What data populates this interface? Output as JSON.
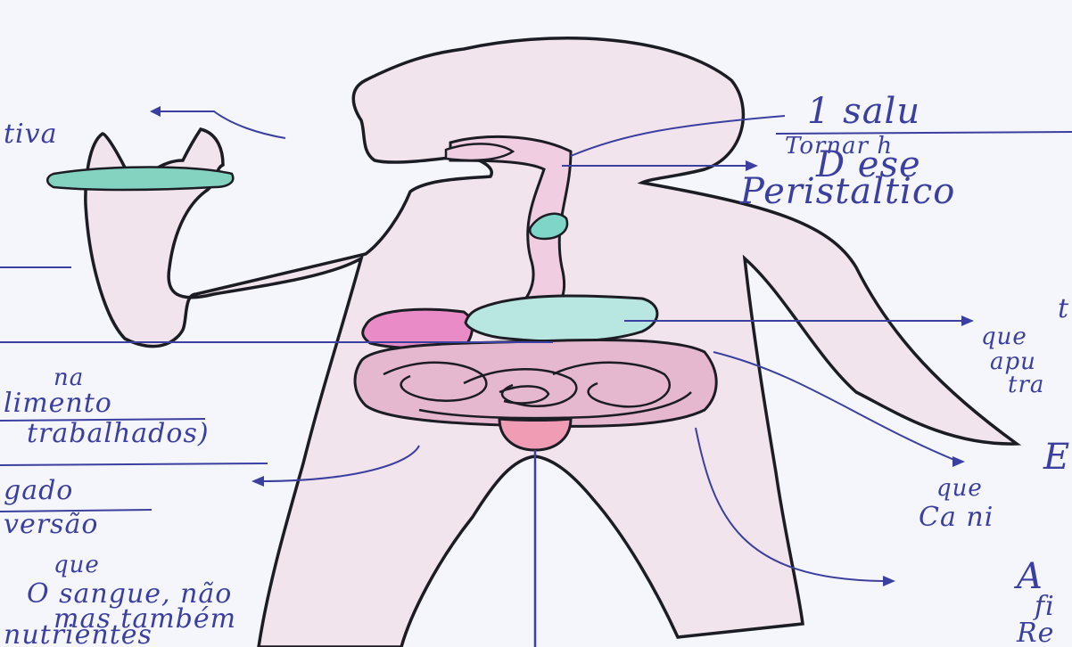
{
  "colors": {
    "paper": "#f4f6fb",
    "body_fill": "#f2e4ec",
    "outline": "#1c1c24",
    "ink": "#3b3fa0",
    "tract_fill": "#f0cde0",
    "liver": "#e98bc6",
    "stomach": "#b8e6e0",
    "intestine": "#e6b8d0",
    "rectum": "#ef9cb4",
    "salivary": "#7fd6c8",
    "wrist_band": "#84d2c0"
  },
  "annotations": {
    "top_right_1": "1 salu",
    "top_right_2": "Tornar h",
    "mid_right_1": "D ese",
    "mid_right_2": "Peristaltico",
    "right_t": "t",
    "right_q1": "que",
    "right_q2": "apu",
    "right_q3": "tra",
    "right_e": "E",
    "right_que": "que",
    "right_ca": "Ca ni",
    "right_bottom_1": "A",
    "right_bottom_2": "fi",
    "right_bottom_3": "Re",
    "left_top": "tiva",
    "left_na": "na",
    "left_limento": "limento",
    "left_trabalhados": "trabalhados)",
    "left_gado": "gado",
    "left_versao": "versão",
    "left_que": "que",
    "left_sangue": "O sangue, não",
    "left_mas": "mas também",
    "left_nutrientes": "nutrientes"
  },
  "icons": [
    "arrow-left-icon",
    "arrow-right-icon"
  ]
}
